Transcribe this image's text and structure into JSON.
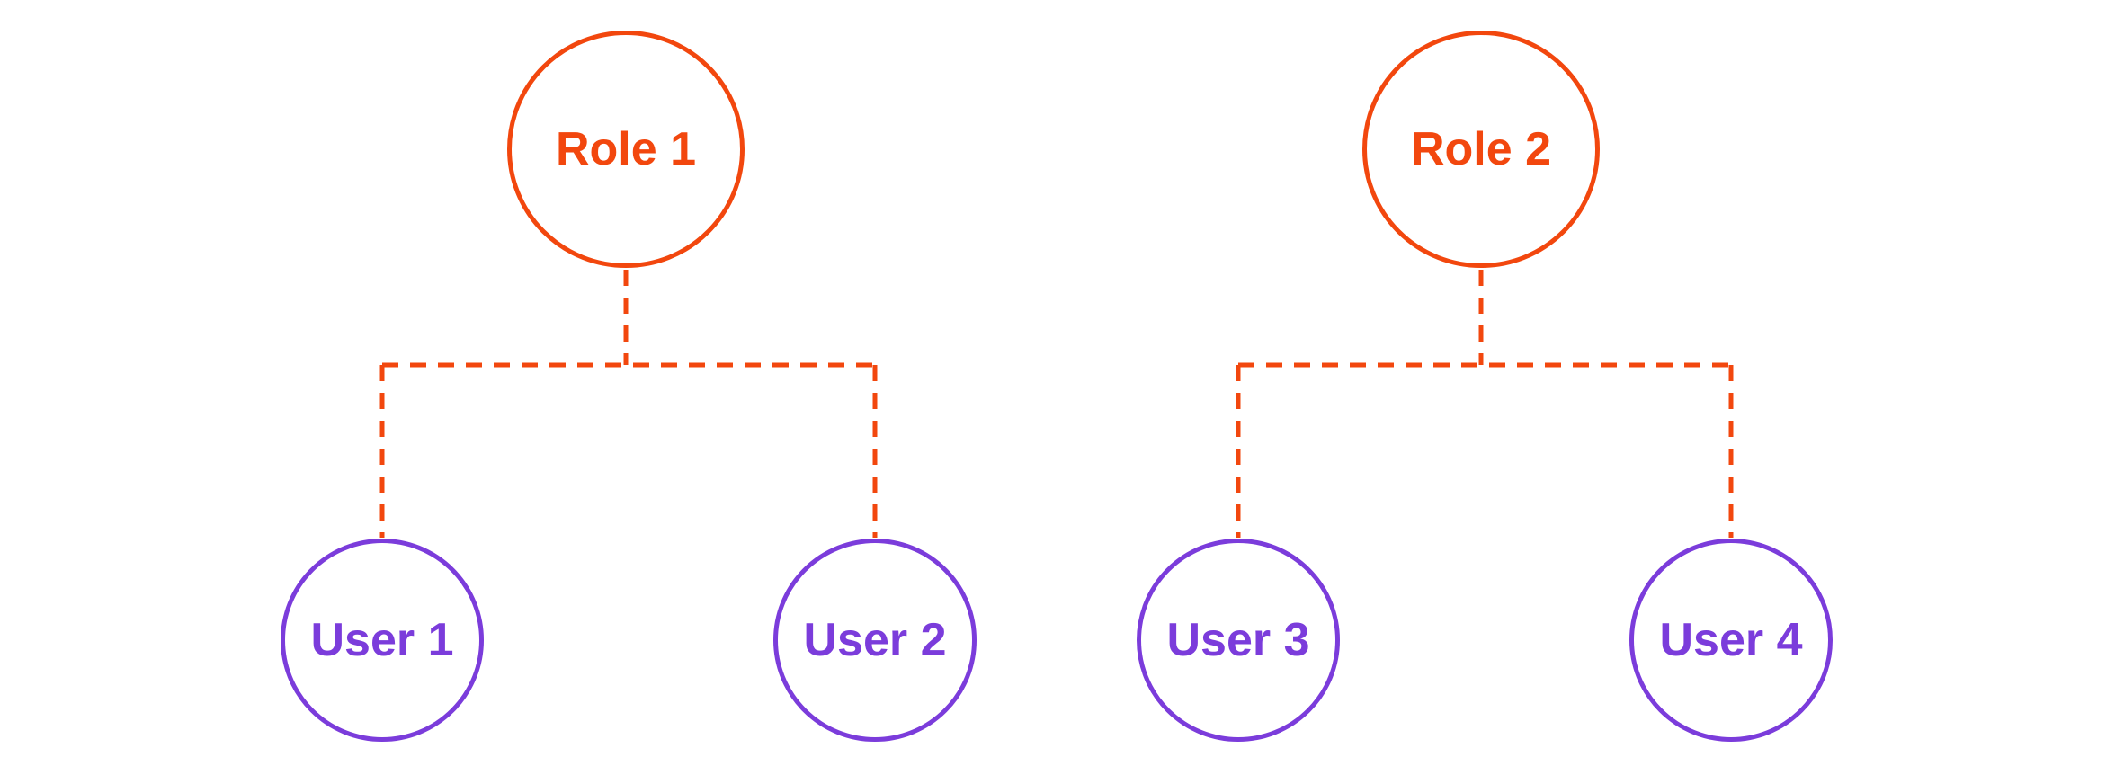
{
  "diagram": {
    "description": "role-to-user assignment tree diagram",
    "trees": [
      {
        "role": {
          "label": "Role 1"
        },
        "users": [
          {
            "label": "User 1"
          },
          {
            "label": "User 2"
          }
        ]
      },
      {
        "role": {
          "label": "Role 2"
        },
        "users": [
          {
            "label": "User 3"
          },
          {
            "label": "User 4"
          }
        ]
      }
    ]
  },
  "colors": {
    "role": "#F2470E",
    "user": "#7B3CDB",
    "connector": "#F2470E",
    "background": "#FFFFFF"
  }
}
